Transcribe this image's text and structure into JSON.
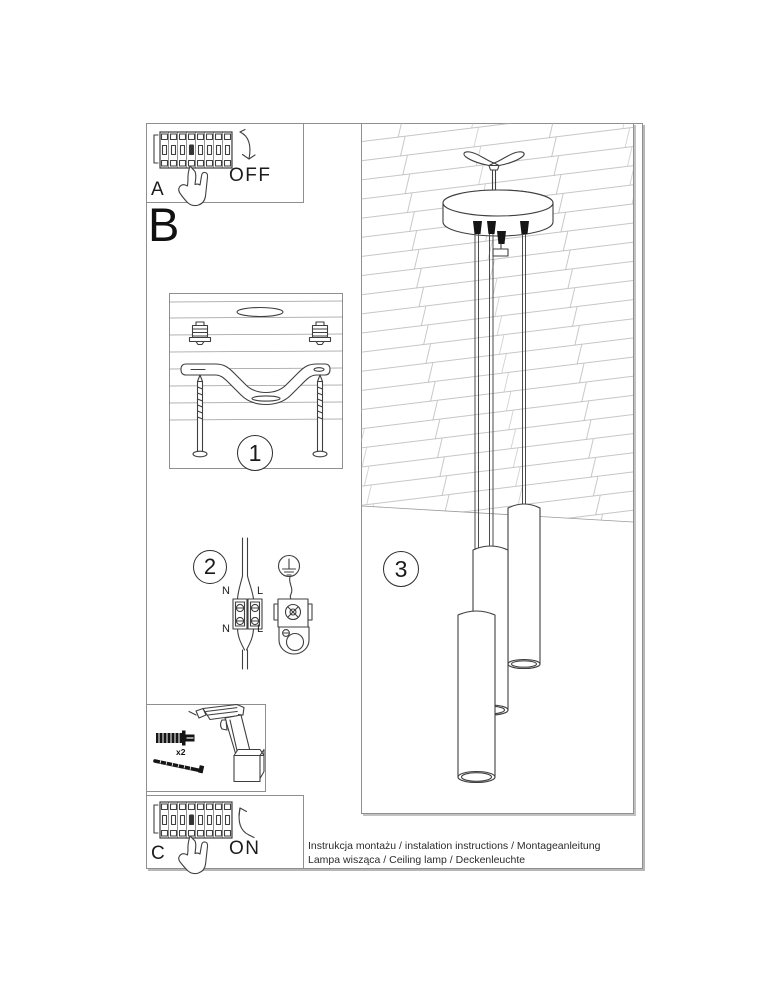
{
  "document": {
    "footer": {
      "line1": "Instrukcja montażu / instalation instructions / Montageanleitung",
      "line2": "Lampa wisząca / Ceiling lamp / Deckenleuchte"
    }
  },
  "panel_a": {
    "label": "A",
    "state": "OFF"
  },
  "section_b": {
    "label": "B"
  },
  "step_numbers": {
    "mount": "1",
    "wiring": "2",
    "hang": "3"
  },
  "wiring_labels": {
    "in_neutral": "N",
    "in_live": "L",
    "out_neutral": "N",
    "out_live": "L"
  },
  "hardware": {
    "anchor_qty": "x2"
  },
  "panel_c": {
    "label": "C",
    "state": "ON"
  },
  "colors": {
    "line": "#3f3f3f",
    "border": "#8f8f8f",
    "ink": "#161616",
    "plank": "#b3b3b3"
  }
}
